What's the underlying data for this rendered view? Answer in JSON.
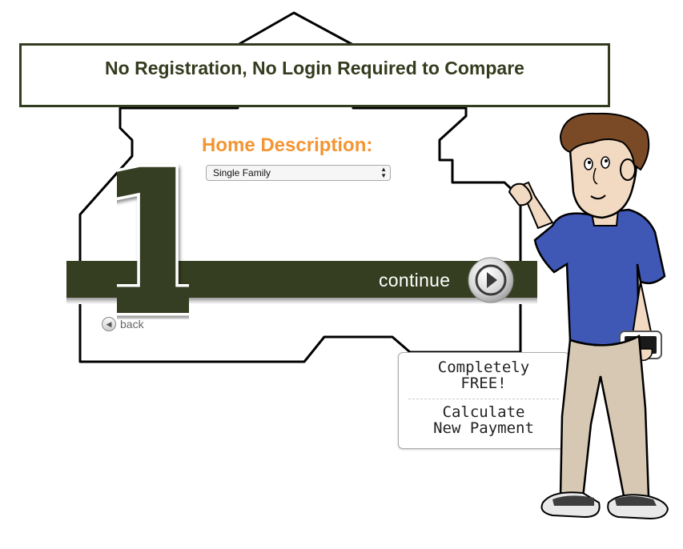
{
  "banner": {
    "text": "No Registration, No Login Required to Compare"
  },
  "step": {
    "number": "1"
  },
  "form": {
    "label": "Home Description:",
    "select_value": "Single Family"
  },
  "nav": {
    "continue_label": "continue",
    "back_label": "back"
  },
  "promo": {
    "line1a": "Completely",
    "line1b": "FREE!",
    "line2a": "Calculate",
    "line2b": "New Payment"
  },
  "colors": {
    "brand_dark": "#353e20",
    "accent_orange": "#f39533",
    "shirt_blue": "#3f57b5",
    "pants_tan": "#d7c8b3"
  },
  "icons": {
    "continue": "arrow-right-circle-icon",
    "back": "arrow-left-circle-icon",
    "select": "updown-arrows-icon"
  }
}
